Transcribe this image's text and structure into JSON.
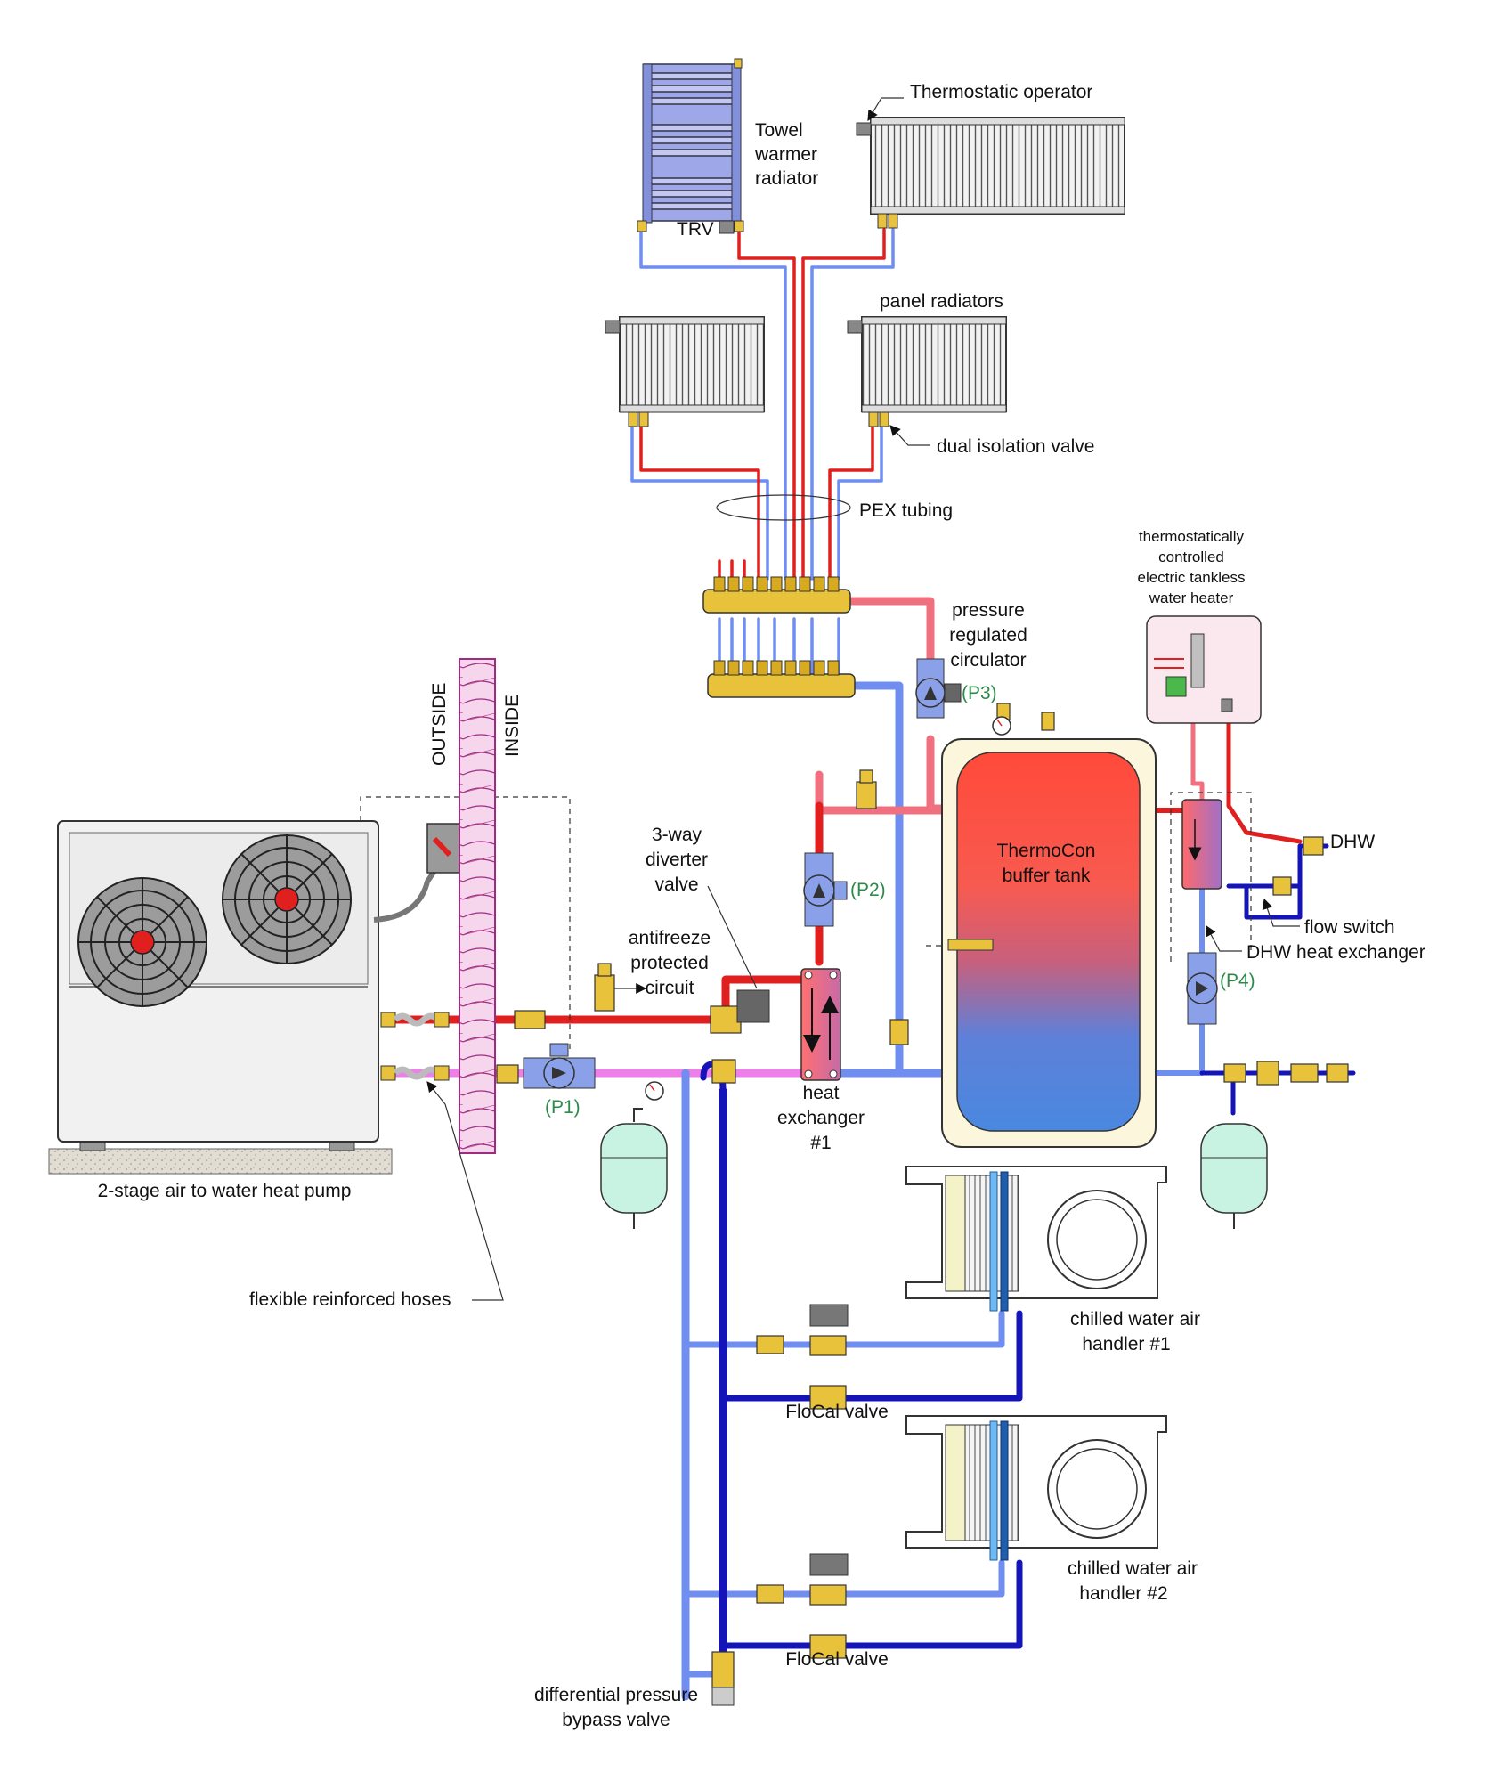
{
  "labels": {
    "towel_warmer": [
      "Towel",
      "warmer",
      "radiator"
    ],
    "trv": "TRV",
    "thermostatic_operator": "Thermostatic operator",
    "panel_radiators": "panel radiators",
    "dual_isolation_valve": "dual isolation valve",
    "pex_tubing": "PEX tubing",
    "pressure_regulated_circulator": [
      "pressure",
      "regulated",
      "circulator"
    ],
    "tankless_heater": [
      "thermostatically",
      "controlled",
      "electric tankless",
      "water heater"
    ],
    "outside": "OUTSIDE",
    "inside": "INSIDE",
    "three_way_valve": [
      "3-way",
      "diverter",
      "valve"
    ],
    "antifreeze_circuit": [
      "antifreeze",
      "protected",
      "circuit"
    ],
    "buffer_tank": [
      "ThermoCon",
      "buffer tank"
    ],
    "dhw": "DHW",
    "flow_switch": "flow switch",
    "dhw_heat_exchanger": "DHW heat exchanger",
    "heat_exchanger_1": [
      "heat",
      "exchanger",
      "#1"
    ],
    "heat_pump": "2-stage air to water heat pump",
    "flexible_hoses": "flexible reinforced hoses",
    "air_handler_1": [
      "chilled water air",
      "handler #1"
    ],
    "air_handler_2": [
      "chilled water air",
      "handler #2"
    ],
    "flocal_valve_1": "FloCal valve",
    "flocal_valve_2": "FloCal valve",
    "diff_bypass_valve": [
      "differential pressure",
      "bypass valve"
    ]
  },
  "pumps": {
    "p1": "(P1)",
    "p2": "(P2)",
    "p3": "(P3)",
    "p4": "(P4)"
  },
  "colors": {
    "hot": "#e01f1f",
    "warm_pink": "#f07080",
    "cool": "#6f8ef0",
    "cold": "#1414b8",
    "antifreeze_pink": "#ee7ee8",
    "brass": "#e8c23a",
    "tank_fill_top": "#ff4a3a",
    "tank_fill_bottom": "#4a88e0",
    "tank_jacket": "#fbf6dc",
    "expansion_tank": "#c8f2e2",
    "label_green": "#2c8a4a"
  },
  "icons": [
    "fan-icon",
    "pump-icon",
    "valve-icon",
    "gauge-icon",
    "air-vent-icon"
  ]
}
